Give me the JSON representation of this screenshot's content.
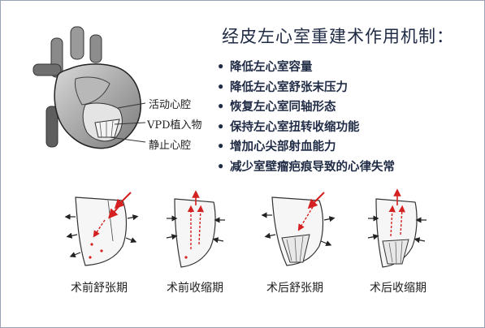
{
  "title": "经皮左心室重建术作用机制：",
  "bullets": [
    "降低左心室容量",
    "降低左心室舒张末压力",
    "恢复左心室同轴形态",
    "保持左心室扭转收缩功能",
    "增加心尖部射血能力",
    "减少室壁瘤疤痕导致的心律失常"
  ],
  "heart_labels": {
    "active": "活动心腔",
    "device": "VPD植入物",
    "static": "静止心腔"
  },
  "phases": [
    "术前舒张期",
    "术前收缩期",
    "术后舒张期",
    "术后收缩期"
  ],
  "colors": {
    "flow_arrow": "#d42020",
    "wall_arrow": "#222222",
    "text": "#1f2a44",
    "border": "#9aa3b5"
  }
}
